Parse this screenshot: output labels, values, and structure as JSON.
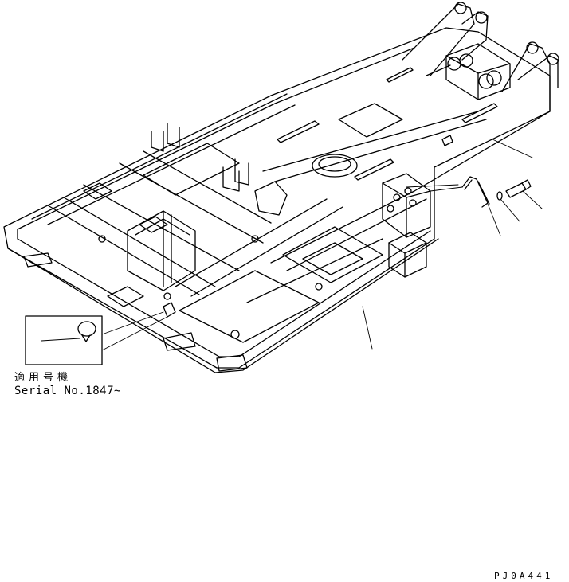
{
  "note": {
    "applicable_serial_jp": "適用号機",
    "serial_text": "Serial No.1847~"
  },
  "drawing_code": "PJ0A441",
  "colors": {
    "ink": "#000000",
    "paper": "#ffffff"
  }
}
